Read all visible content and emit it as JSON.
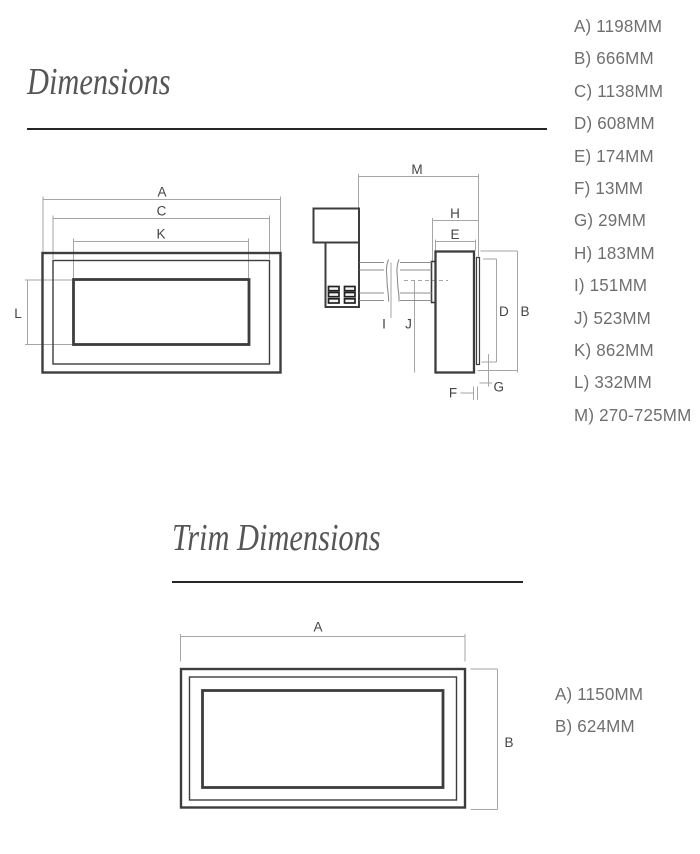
{
  "dimensions_section": {
    "title": "Dimensions",
    "list": [
      {
        "text": "A) 1198MM"
      },
      {
        "text": "B) 666MM"
      },
      {
        "text": "C) 1138MM"
      },
      {
        "text": "D) 608MM"
      },
      {
        "text": "E) 174MM"
      },
      {
        "text": "F) 13MM"
      },
      {
        "text": "G) 29MM"
      },
      {
        "text": "H) 183MM"
      },
      {
        "text": "I) 151MM"
      },
      {
        "text": "J) 523MM"
      },
      {
        "text": "K) 862MM"
      },
      {
        "text": "L) 332MM"
      },
      {
        "text": "M) 270-725MM"
      }
    ]
  },
  "trim_section": {
    "title": "Trim Dimensions",
    "list": [
      {
        "text": "A) 1150MM"
      },
      {
        "text": "B) 624MM"
      }
    ]
  },
  "front_view": {
    "labels": {
      "A": "A",
      "C": "C",
      "K": "K",
      "L": "L"
    }
  },
  "side_view": {
    "labels": {
      "M": "M",
      "H": "H",
      "E": "E",
      "B": "B",
      "D": "D",
      "I": "I",
      "J": "J",
      "F": "F",
      "G": "G"
    }
  },
  "trim_view": {
    "labels": {
      "A": "A",
      "B": "B"
    }
  },
  "palette": {
    "background": "#ffffff",
    "title_text": "#565656",
    "list_text": "#6f6f6f",
    "drawing_outline": "#3d3d3d",
    "dimension_line": "#a6a6a6",
    "divider": "#262626"
  }
}
